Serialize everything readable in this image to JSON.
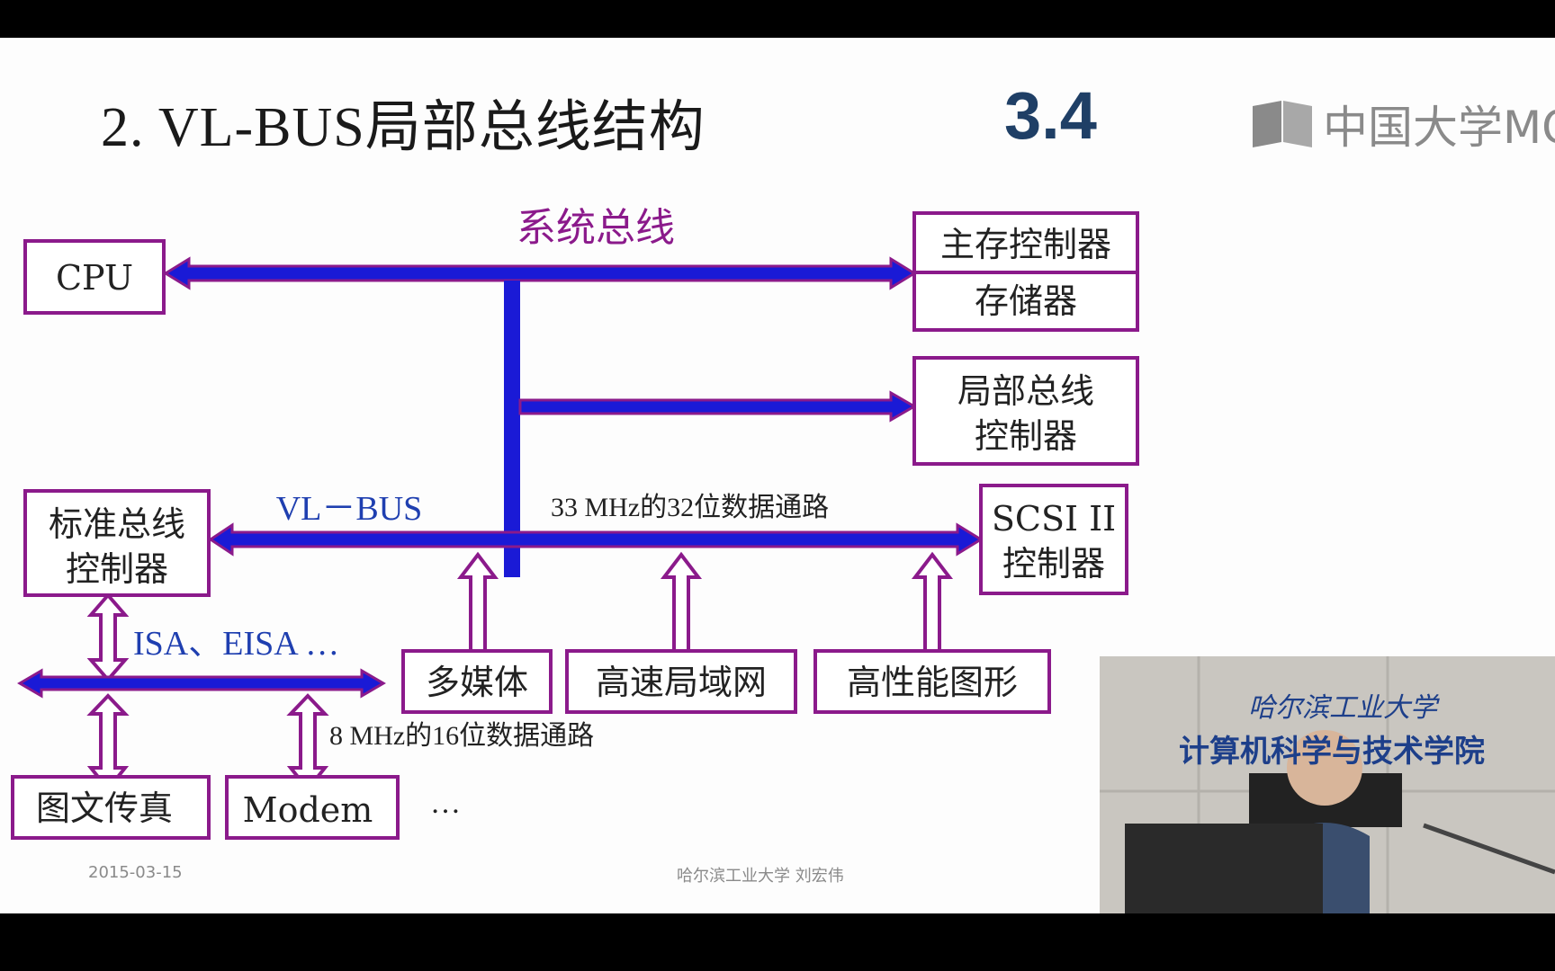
{
  "slide": {
    "title": "2. VL-BUS局部总线结构",
    "section_number": "3.4",
    "logo_text": "中国大学MOOC",
    "footer_date": "2015-03-15",
    "footer_author": "哈尔滨工业大学   刘宏伟"
  },
  "diagram": {
    "system_bus_label": "系统总线",
    "vlbus_label": "VL－BUS",
    "vlbus_note": "33 MHz的32位数据通路",
    "isa_label": "ISA、EISA  …",
    "isa_note": "8 MHz的16位数据通路",
    "ellipsis": "…",
    "boxes": {
      "cpu": "CPU",
      "main_mem_ctrl": "主存控制器",
      "memory": "存储器",
      "local_bus_ctrl_1": "局部总线",
      "local_bus_ctrl_2": "控制器",
      "std_bus_ctrl_1": "标准总线",
      "std_bus_ctrl_2": "控制器",
      "scsi_1": "SCSI II",
      "scsi_2": "控制器",
      "multimedia": "多媒体",
      "lan": "高速局域网",
      "graphics": "高性能图形",
      "fax": "图文传真",
      "modem": "Modem"
    },
    "colors": {
      "box_border": "#8b1a8b",
      "bus_fill": "#1a1ad6",
      "bus_outline": "#8b1a8b",
      "system_bus_text": "#8b1a8b",
      "vlbus_text": "#1f3fb0"
    }
  },
  "camera": {
    "line1": "哈尔滨工业大学",
    "line2": "计算机科学与技术学院"
  }
}
